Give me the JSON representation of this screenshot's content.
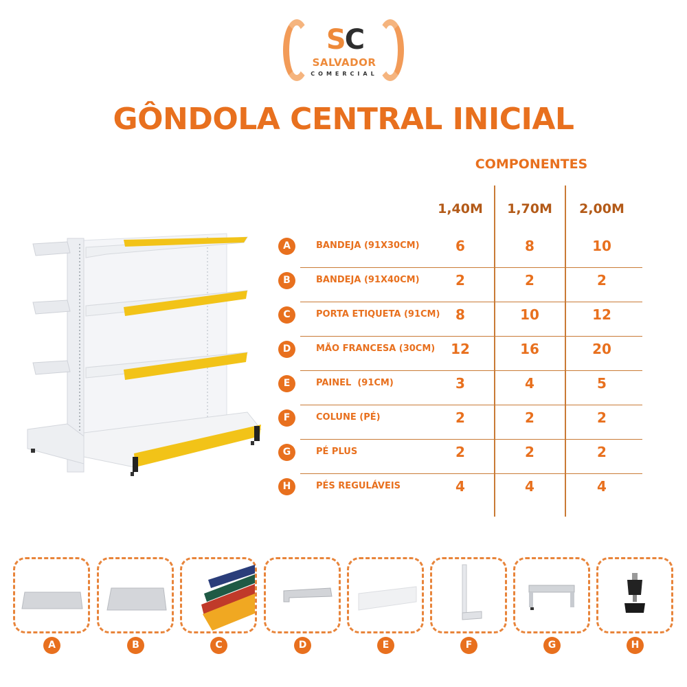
{
  "brand": {
    "mark_s": "S",
    "mark_c": "C",
    "name": "SALVADOR",
    "subtitle": "COMERCIAL",
    "colors": {
      "orange": "#e8701e",
      "dark": "#2e2e2e"
    }
  },
  "title": "GÔNDOLA CENTRAL INICIAL",
  "table": {
    "heading": "COMPONENTES",
    "columns": [
      "1,40M",
      "1,70M",
      "2,00M"
    ],
    "rows": [
      {
        "key": "A",
        "label": "BANDEJA (91X30CM)",
        "values": [
          "6",
          "8",
          "10"
        ]
      },
      {
        "key": "B",
        "label": "BANDEJA (91X40CM)",
        "values": [
          "2",
          "2",
          "2"
        ]
      },
      {
        "key": "C",
        "label": "PORTA ETIQUETA (91CM)",
        "values": [
          "8",
          "10",
          "12"
        ]
      },
      {
        "key": "D",
        "label": "MÃO FRANCESA (30CM)",
        "values": [
          "12",
          "16",
          "20"
        ]
      },
      {
        "key": "E",
        "label": "PAINEL  (91CM)",
        "values": [
          "3",
          "4",
          "5"
        ]
      },
      {
        "key": "F",
        "label": "COLUNE (PÉ)",
        "values": [
          "2",
          "2",
          "2"
        ]
      },
      {
        "key": "G",
        "label": "PÉ PLUS",
        "values": [
          "2",
          "2",
          "2"
        ]
      },
      {
        "key": "H",
        "label": "PÉS REGULÁVEIS",
        "values": [
          "4",
          "4",
          "4"
        ]
      }
    ]
  },
  "thumbnails": [
    {
      "key": "A",
      "icon": "shelf-tray-30-icon"
    },
    {
      "key": "B",
      "icon": "shelf-tray-40-icon"
    },
    {
      "key": "C",
      "icon": "label-holder-icon"
    },
    {
      "key": "D",
      "icon": "bracket-icon"
    },
    {
      "key": "E",
      "icon": "panel-icon"
    },
    {
      "key": "F",
      "icon": "column-foot-icon"
    },
    {
      "key": "G",
      "icon": "foot-plus-icon"
    },
    {
      "key": "H",
      "icon": "leveling-foot-icon"
    }
  ]
}
